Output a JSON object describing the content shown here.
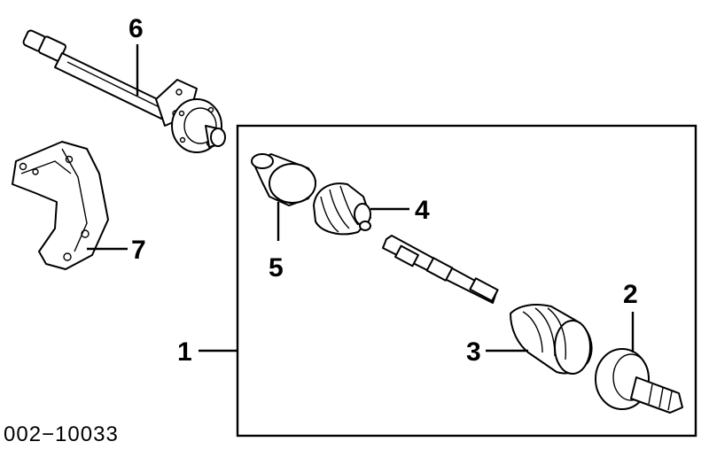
{
  "diagram": {
    "callouts": [
      {
        "id": "1",
        "label": "1"
      },
      {
        "id": "2",
        "label": "2"
      },
      {
        "id": "3",
        "label": "3"
      },
      {
        "id": "4",
        "label": "4"
      },
      {
        "id": "5",
        "label": "5"
      },
      {
        "id": "6",
        "label": "6"
      },
      {
        "id": "7",
        "label": "7"
      }
    ],
    "part_number": "002−10033"
  }
}
